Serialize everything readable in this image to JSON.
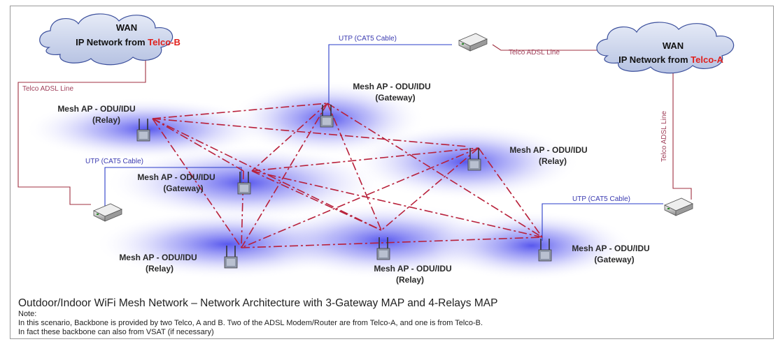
{
  "clouds": [
    {
      "id": "telco-b",
      "line1": "WAN",
      "line2_prefix": "IP Network from ",
      "line2_highlight": "Telco-B"
    },
    {
      "id": "telco-a",
      "line1": "WAN",
      "line2_prefix": "IP Network from ",
      "line2_highlight": "Telco-A"
    }
  ],
  "cables": {
    "utp_top": "UTP (CAT5 Cable)",
    "utp_left": "UTP (CAT5 Cable)",
    "utp_right": "UTP (CAT5 Cable)",
    "adsl_left": "Telco ADSL Line",
    "adsl_top": "Telco ADSL Line",
    "adsl_right": "Telco ADSL Line"
  },
  "nodes": {
    "top_gateway": {
      "name": "Mesh AP - ODU/IDU",
      "role": "(Gateway)"
    },
    "left_relay": {
      "name": "Mesh AP - ODU/IDU",
      "role": "(Relay)"
    },
    "right_relay": {
      "name": "Mesh AP - ODU/IDU",
      "role": "(Relay)"
    },
    "mid_gateway": {
      "name": "Mesh AP - ODU/IDU",
      "role": "(Gateway)"
    },
    "bottom_relay_l": {
      "name": "Mesh AP - ODU/IDU",
      "role": "(Relay)"
    },
    "bottom_relay_m": {
      "name": "Mesh AP - ODU/IDU",
      "role": "(Relay)"
    },
    "bottom_gateway": {
      "name": "Mesh AP - ODU/IDU",
      "role": "(Gateway)"
    }
  },
  "colors": {
    "cloud_fill": "#c9d3ea",
    "cloud_stroke": "#3b4f9c",
    "utp": "#2a3cc8",
    "adsl": "#a03040",
    "mesh_link": "#b8203a",
    "coverage": "#3c3cf0",
    "highlight": "#e0201c"
  },
  "caption": {
    "title": "Outdoor/Indoor WiFi Mesh Network – Network Architecture with 3-Gateway MAP and 4-Relays MAP",
    "note_label": "Note:",
    "note_line1": "In this scenario, Backbone is provided by two Telco, A and B.  Two of the ADSL Modem/Router are from Telco-A, and one is from Telco-B.",
    "note_line2": "In fact these backbone can also from VSAT (if necessary)"
  }
}
